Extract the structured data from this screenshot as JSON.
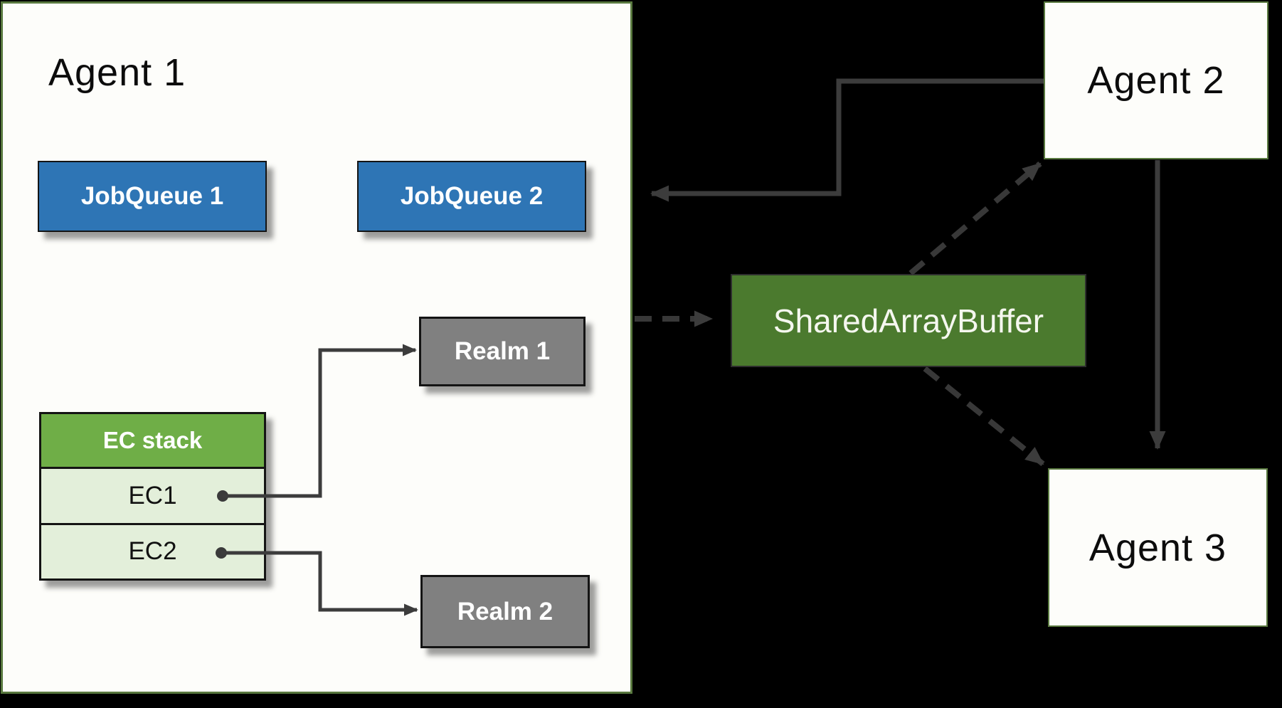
{
  "diagram": {
    "agents": [
      {
        "id": "agent1",
        "label": "Agent 1"
      },
      {
        "id": "agent2",
        "label": "Agent 2"
      },
      {
        "id": "agent3",
        "label": "Agent 3"
      }
    ],
    "job_queues": [
      {
        "label": "JobQueue 1"
      },
      {
        "label": "JobQueue 2"
      }
    ],
    "realms": [
      {
        "label": "Realm 1"
      },
      {
        "label": "Realm 2"
      }
    ],
    "ec_stack": {
      "header": "EC stack",
      "frames": [
        "EC1",
        "EC2"
      ]
    },
    "buffer": {
      "label": "SharedArrayBuffer"
    },
    "colors": {
      "background": "#000000",
      "agent_fill": "#fdfdfa",
      "agent_border": "#59793f",
      "jobqueue_fill": "#2e75b5",
      "realm_fill": "#808080",
      "ec_header_fill": "#6fae47",
      "ec_row_fill": "#e3efda",
      "sab_fill": "#4b7a2e",
      "connector": "#3c3c3c",
      "text_light": "#ffffff",
      "text_dark": "#0c0c0c"
    }
  }
}
